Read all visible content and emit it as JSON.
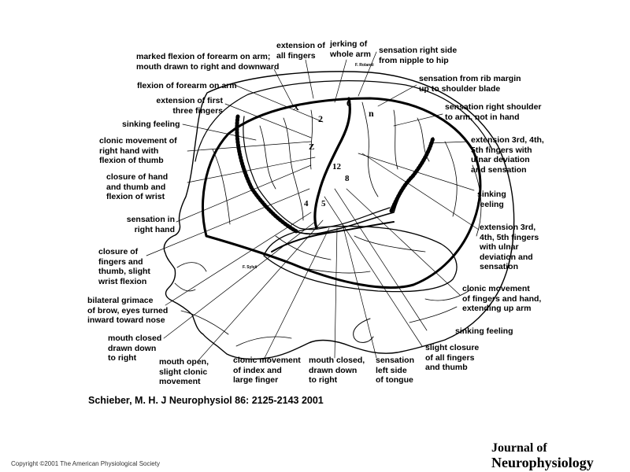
{
  "labels": {
    "extension_all_fingers": "extension of\nall fingers",
    "jerking_whole_arm": "jerking of\nwhole arm",
    "sensation_nipple_hip": "sensation right side\nfrom nipple to hip",
    "marked_flexion": "marked flexion of forearm on arm;\nmouth drawn to right and downward",
    "sensation_rib_margin": "sensation from rib margin\nup to shoulder blade",
    "flexion_forearm": "flexion of forearm on arm",
    "extension_first_three": "extension of first\nthree fingers",
    "sensation_shoulder": "sensation right shoulder\nto arm, not in hand",
    "sinking_feeling_1": "sinking feeling",
    "clonic_right_hand": "clonic movement of\nright hand with\nflexion of thumb",
    "extension_345_a": "extension 3rd, 4th,\n5th fingers with\nulnar deviation\nand sensation",
    "closure_hand_thumb": "closure of hand\nand thumb and\nflexion of wrist",
    "sinking_feeling_2": "sinking\nfeeling",
    "sensation_right_hand": "sensation in\nright hand",
    "extension_345_b": "extension 3rd,\n4th, 5th fingers\nwith ulnar\ndeviation and\nsensation",
    "closure_fingers_thumb": "closure of\nfingers and\nthumb, slight\nwrist flexion",
    "bilateral_grimace": "bilateral grimace\nof brow, eyes turned\ninward toward nose",
    "clonic_fingers_hand": "clonic movement\nof fingers and hand,\nextending up arm",
    "sinking_feeling_3": "sinking feeling",
    "mouth_closed_right": "mouth closed\ndrawn down\nto right",
    "slight_closure": "slight closure\nof all fingers\nand thumb",
    "mouth_open": "mouth open,\nslight clonic\nmovement",
    "clonic_index_large": "clonic movement\nof index and\nlarge finger",
    "mouth_closed_drawn": "mouth closed,\ndrawn down\nto right",
    "sensation_left_tongue": "sensation\nleft side\nof tongue"
  },
  "fissure_labels": {
    "rolandi": "F. Rolandi",
    "sylvii": "F. Sylvii"
  },
  "citation": "Schieber, M. H. J Neurophysiol 86: 2125-2143 2001",
  "copyright": "Copyright ©2001 The American Physiological Society",
  "journal": {
    "line1": "Journal of",
    "line2": "Neurophysiology"
  }
}
